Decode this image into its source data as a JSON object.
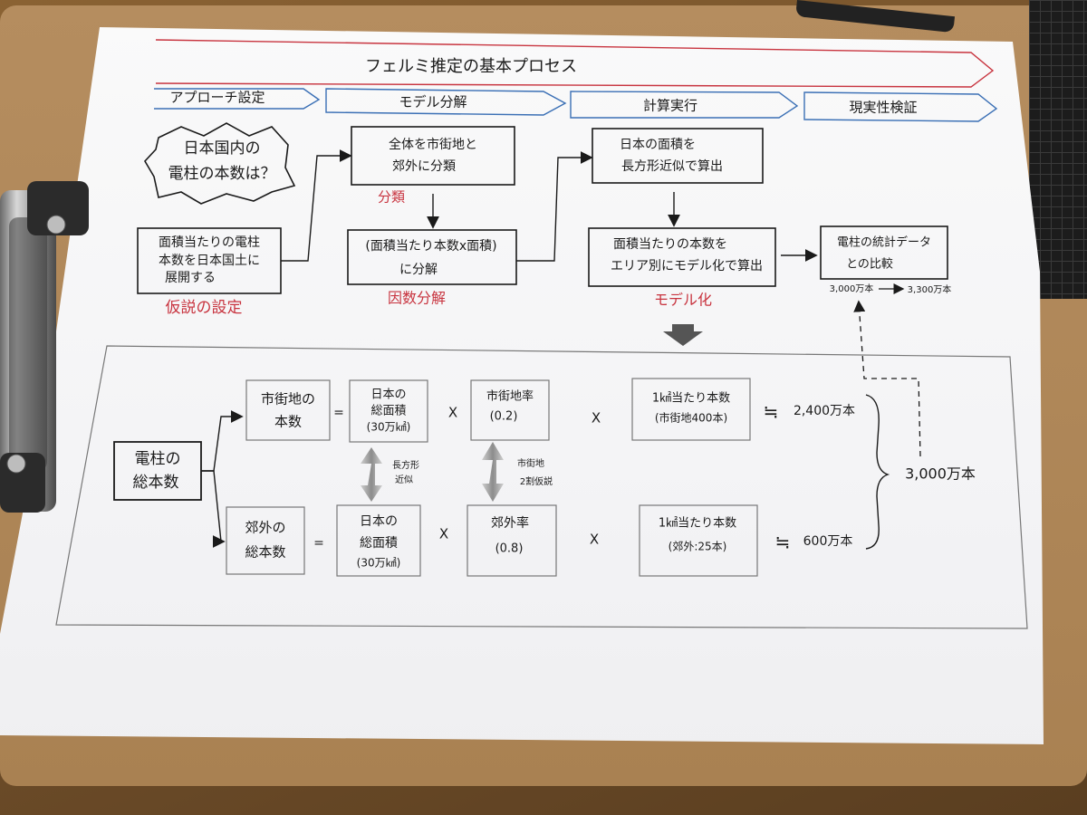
{
  "title": "フェルミ推定の基本プロセス",
  "phases": [
    {
      "label": "アプローチ設定"
    },
    {
      "label": "モデル分解"
    },
    {
      "label": "計算実行"
    },
    {
      "label": "現実性検証"
    }
  ],
  "question": {
    "line1": "日本国内の",
    "line2": "電柱の本数は？"
  },
  "hypothesis_box": {
    "line1": "面積当たりの電柱",
    "line2": "本数を日本国土に",
    "line3": "展開する"
  },
  "hypothesis_label": "仮説の設定",
  "classify_box": {
    "line1": "全体を市街地と",
    "line2": "郊外に分類"
  },
  "classify_label": "分類",
  "factor_box": {
    "line1": "(面積当たり本数x面積)",
    "line2": "に分解"
  },
  "factor_label": "因数分解",
  "area_box": {
    "line1": "日本の面積を",
    "line2": "長方形近似で算出"
  },
  "model_box": {
    "line1": "面積当たりの本数を",
    "line2": "エリア別にモデル化で算出"
  },
  "model_label": "モデル化",
  "compare_box": {
    "line1": "電柱の統計データ",
    "line2": "との比較"
  },
  "compare_values": {
    "left": "3,000万本",
    "right": "3,300万本"
  },
  "total_box": {
    "line1": "電柱の",
    "line2": "総本数"
  },
  "urban_row": {
    "result": {
      "line1": "市街地の",
      "line2": "本数"
    },
    "eq": "=",
    "area": {
      "line1": "日本の",
      "line2": "総面積",
      "line3": "(30万㎢)"
    },
    "times1": "X",
    "rate": {
      "line1": "市街地率",
      "line2": "(0.2)"
    },
    "times2": "X",
    "density": {
      "line1": "1㎢当たり本数",
      "line2": "(市街地400本)"
    },
    "approx": "≒",
    "value": "2,400万本"
  },
  "suburb_row": {
    "result": {
      "line1": "郊外の",
      "line2": "総本数"
    },
    "eq": "=",
    "area": {
      "line1": "日本の",
      "line2": "総面積",
      "line3": "(30万㎢)"
    },
    "times1": "X",
    "rate": {
      "line1": "郊外率",
      "line2": "(0.8)"
    },
    "times2": "X",
    "density": {
      "line1": "1㎢当たり本数",
      "line2": "(郊外:25本)"
    },
    "approx": "≒",
    "value": "600万本"
  },
  "note_area": {
    "line1": "長方形",
    "line2": "近似"
  },
  "note_rate": {
    "line1": "市街地",
    "line2": "2割仮説"
  },
  "grand_total": "3,000万本",
  "colors": {
    "red": "#c8343f",
    "blue": "#3a6fb5",
    "ink": "#1a1a1a",
    "gray_arrow": "#9a9a9a"
  }
}
